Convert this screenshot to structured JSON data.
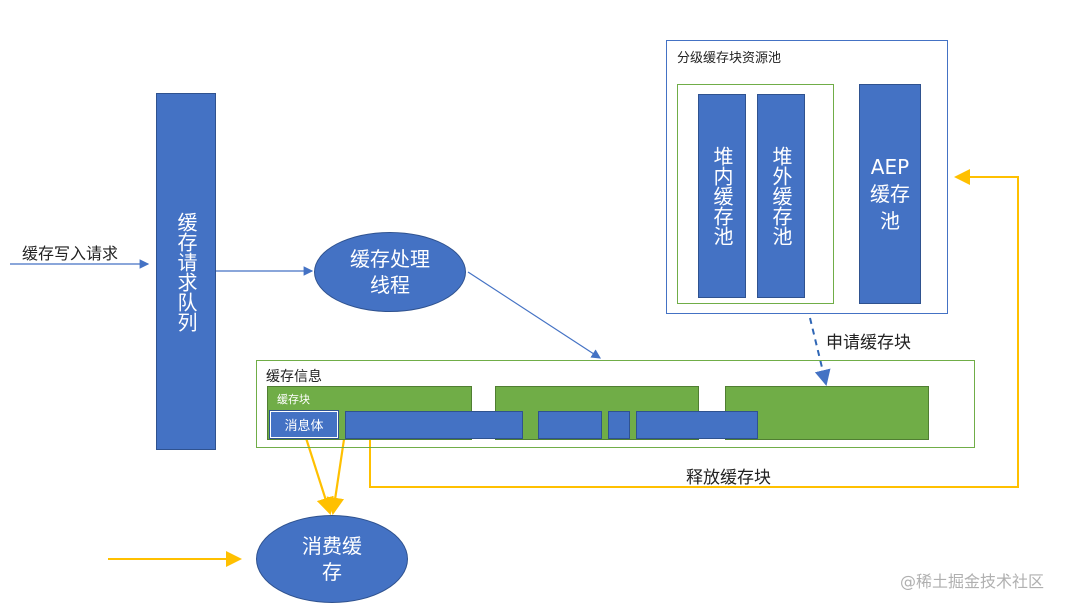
{
  "labels": {
    "write_request": "缓存写入请求",
    "queue": "缓存请求队列",
    "process_thread": "缓存处理线程",
    "pool_title": "分级缓存块资源池",
    "heap_in": "堆内缓存池",
    "heap_out": "堆外缓存池",
    "aep": "AEP缓存池",
    "apply_block": "申请缓存块",
    "cache_info": "缓存信息",
    "cache_block": "缓存块",
    "message_body": "消息体",
    "release_block": "释放缓存块",
    "consume": "消费缓存",
    "watermark": "@稀土掘金技术社区"
  },
  "colors": {
    "box_fill": "#4472c4",
    "green_fill": "#70ad47",
    "green_border": "#70ad47",
    "pool_border": "#4472c4",
    "arrow_blue": "#4472c4",
    "arrow_yellow": "#ffc000"
  }
}
